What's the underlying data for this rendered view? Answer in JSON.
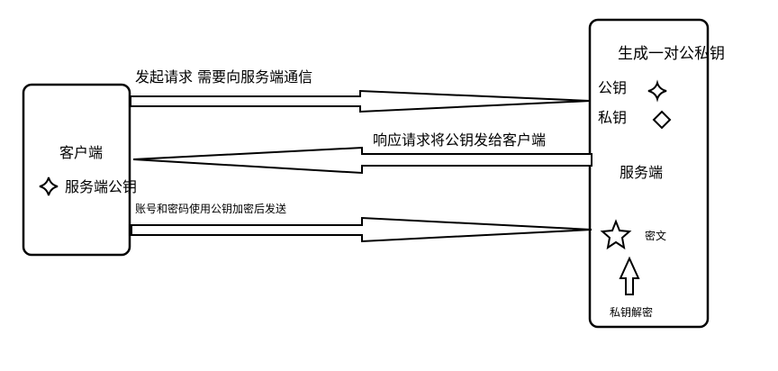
{
  "client": {
    "label": "客户端",
    "public_key_label": "服务端公钥"
  },
  "server": {
    "title": "生成一对公私钥",
    "public_key": "公钥",
    "private_key": "私钥",
    "label": "服务端",
    "ciphertext": "密文",
    "decrypt": "私钥解密"
  },
  "arrows": {
    "request": "发起请求 需要向服务端通信",
    "response": "响应请求将公钥发给客户端",
    "send_encrypted": "账号和密码使用公钥加密后发送"
  }
}
